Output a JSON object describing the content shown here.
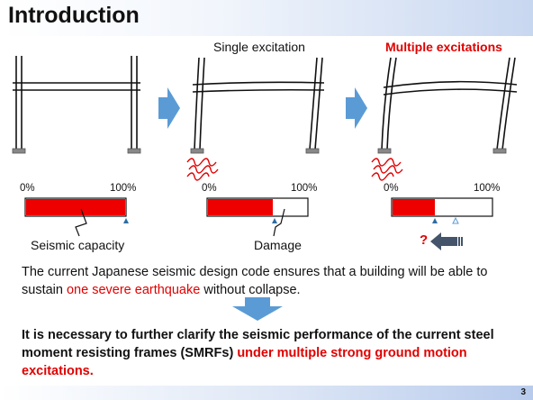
{
  "title": "Introduction",
  "page_number": "3",
  "labels": {
    "single": "Single excitation",
    "multiple": "Multiple excitations",
    "seismic_capacity": "Seismic capacity",
    "damage": "Damage",
    "question": "?"
  },
  "bars": [
    {
      "left": "0%",
      "right": "100%",
      "damage_fraction": 1.0
    },
    {
      "left": "0%",
      "right": "100%",
      "damage_fraction": 0.65
    },
    {
      "left": "0%",
      "right": "100%",
      "damage_fraction": 0.43
    }
  ],
  "paragraph": {
    "before": "The current Japanese seismic design code ensures that a building will be able to sustain ",
    "highlight": "one severe earthquake",
    "after": " without collapse."
  },
  "conclusion": {
    "before": "It is necessary to further clarify the seismic performance of the current steel moment resisting frames (SMRFs) ",
    "highlight": "under multiple strong ground motion excitations."
  },
  "colors": {
    "red": "#e00000",
    "arrow_blue": "#5b9bd5",
    "marker_blue": "#2e6da4",
    "back_arrow": "#44546a"
  }
}
